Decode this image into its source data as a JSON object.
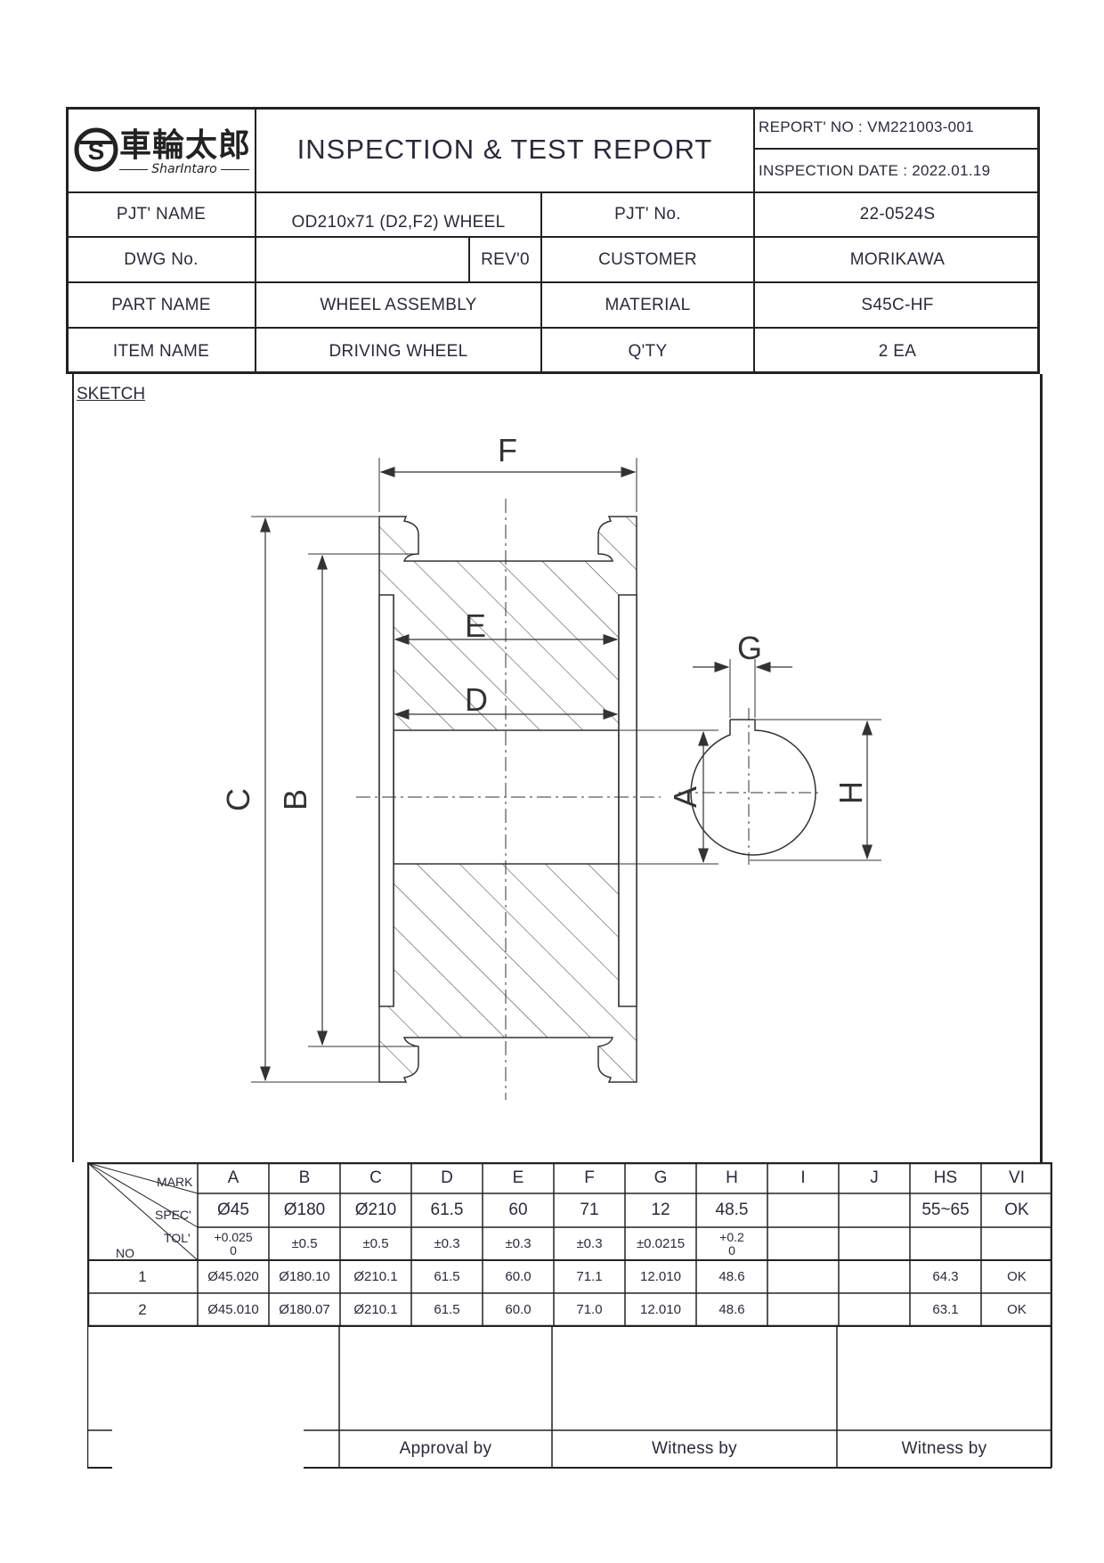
{
  "header": {
    "logo_name": "車輪太郎",
    "logo_sub": "SharIntaro",
    "title": "INSPECTION & TEST REPORT",
    "report_no": "REPORT' NO : VM221003-001",
    "inspection_date": "INSPECTION DATE : 2022.01.19"
  },
  "info": {
    "pjt_name_label": "PJT' NAME",
    "pjt_name_value": "OD210x71 (D2,F2) WHEEL",
    "pjt_no_label": "PJT' No.",
    "pjt_no_value": "22-0524S",
    "dwg_no_label": "DWG No.",
    "dwg_no_value": "",
    "rev_value": "REV'0",
    "customer_label": "CUSTOMER",
    "customer_value": "MORIKAWA",
    "part_name_label": "PART NAME",
    "part_name_value": "WHEEL ASSEMBLY",
    "material_label": "MATERIAL",
    "material_value": "S45C-HF",
    "item_name_label": "ITEM NAME",
    "item_name_value": "DRIVING WHEEL",
    "qty_label": "Q'TY",
    "qty_value": "2 EA"
  },
  "sketch": {
    "label": "SKETCH",
    "dims": [
      "F",
      "E",
      "D",
      "C",
      "B",
      "A",
      "G",
      "H"
    ]
  },
  "table": {
    "corner": {
      "mark": "MARK",
      "spec": "SPEC'",
      "tol": "TOL'",
      "no": "NO"
    },
    "marks": [
      "A",
      "B",
      "C",
      "D",
      "E",
      "F",
      "G",
      "H",
      "I",
      "J",
      "HS",
      "VI"
    ],
    "specs": [
      "Ø45",
      "Ø180",
      "Ø210",
      "61.5",
      "60",
      "71",
      "12",
      "48.5",
      "",
      "",
      "55~65",
      "OK"
    ],
    "tols": [
      [
        "+0.025",
        "0"
      ],
      [
        "±0.5"
      ],
      [
        "±0.5"
      ],
      [
        "±0.3"
      ],
      [
        "±0.3"
      ],
      [
        "±0.3"
      ],
      [
        "±0.0215"
      ],
      [
        "+0.2",
        "0"
      ],
      [
        ""
      ],
      [
        ""
      ],
      [
        ""
      ],
      [
        ""
      ]
    ],
    "rows": [
      {
        "no": "1",
        "values": [
          "Ø45.020",
          "Ø180.10",
          "Ø210.1",
          "61.5",
          "60.0",
          "71.1",
          "12.010",
          "48.6",
          "",
          "",
          "64.3",
          "OK"
        ]
      },
      {
        "no": "2",
        "values": [
          "Ø45.010",
          "Ø180.07",
          "Ø210.1",
          "61.5",
          "60.0",
          "71.0",
          "12.010",
          "48.6",
          "",
          "",
          "63.1",
          "OK"
        ]
      }
    ]
  },
  "signatures": {
    "approval": "Approval by",
    "witness1": "Witness by",
    "witness2": "Witness by"
  }
}
